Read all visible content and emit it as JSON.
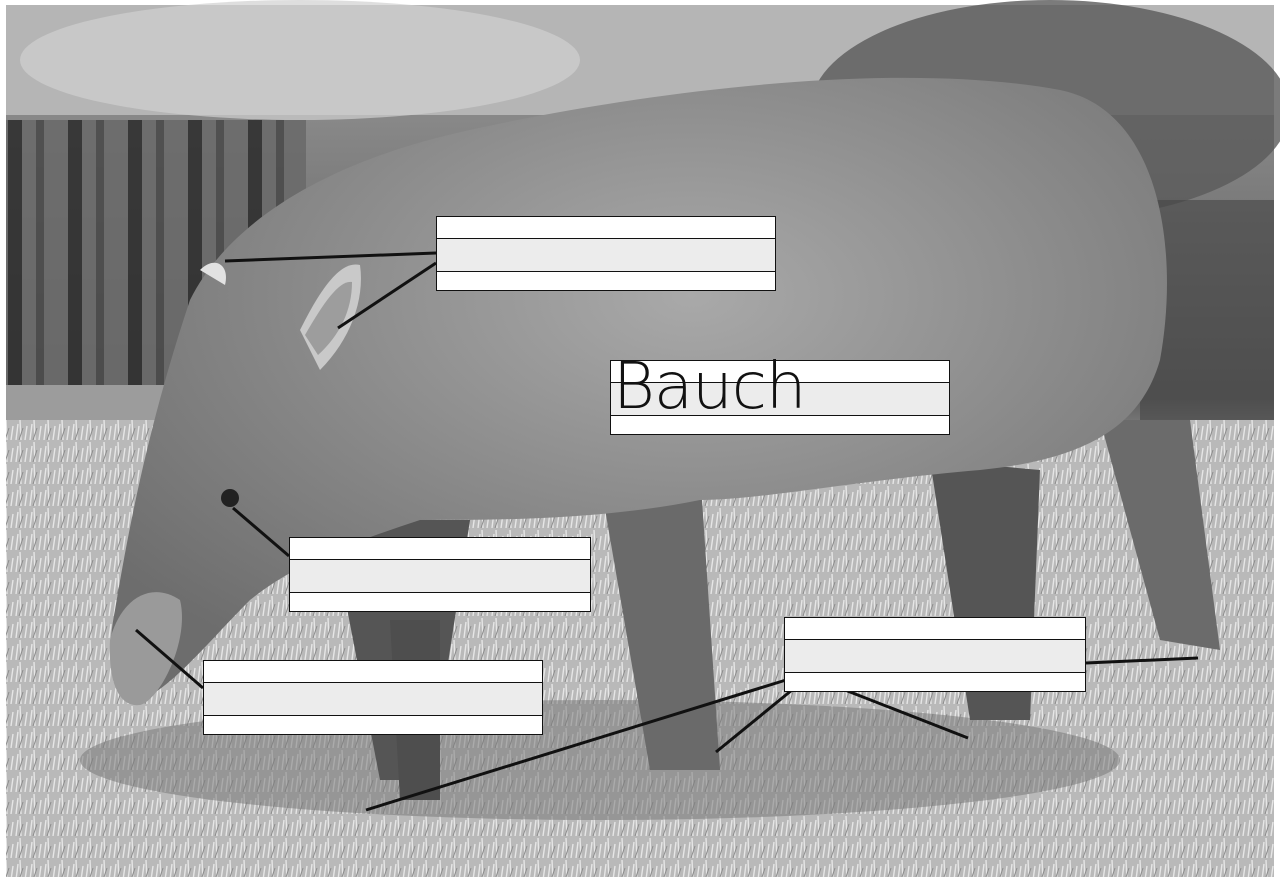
{
  "worksheet": {
    "labels": [
      {
        "id": "ears",
        "text": ""
      },
      {
        "id": "belly",
        "text": "Bauch"
      },
      {
        "id": "eye",
        "text": ""
      },
      {
        "id": "snout",
        "text": ""
      },
      {
        "id": "hooves",
        "text": ""
      }
    ]
  },
  "colors": {
    "line": "#111111",
    "band": "#ececec",
    "box": "#ffffff"
  }
}
